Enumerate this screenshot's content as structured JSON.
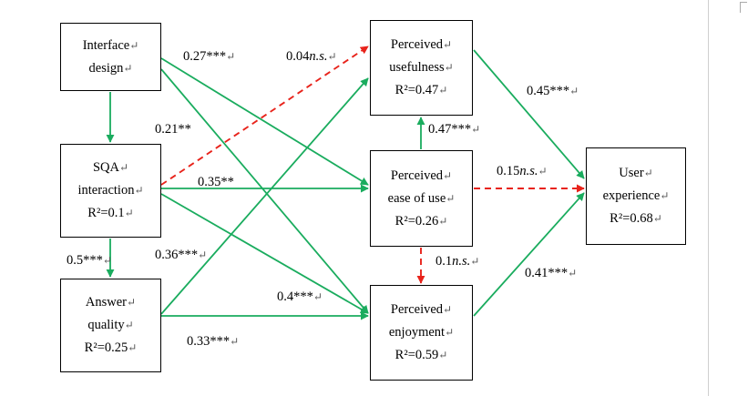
{
  "nodes": {
    "interface_design": {
      "lines": [
        "Interface",
        "design"
      ]
    },
    "sqa_interaction": {
      "lines": [
        "SQA",
        "interaction",
        "R²=0.1"
      ]
    },
    "answer_quality": {
      "lines": [
        "Answer",
        "quality",
        "R²=0.25"
      ]
    },
    "perceived_usefulness": {
      "lines": [
        "Perceived",
        "usefulness",
        "R²=0.47"
      ]
    },
    "perceived_ease_of_use": {
      "lines": [
        "Perceived",
        "ease of use",
        "R²=0.26"
      ]
    },
    "perceived_enjoyment": {
      "lines": [
        "Perceived",
        "enjoyment",
        "R²=0.59"
      ]
    },
    "user_experience": {
      "lines": [
        "User",
        "experience",
        "R²=0.68"
      ]
    }
  },
  "paragraph_mark": "↵",
  "colors": {
    "significant": "#1aac5e",
    "not_significant": "#e8231b",
    "border": "#000000"
  },
  "paths": [
    {
      "id": "id-sqa",
      "from": "interface_design",
      "to": "sqa_interaction",
      "label": "",
      "style": "solid"
    },
    {
      "id": "id-eou",
      "from": "interface_design",
      "to": "perceived_ease_of_use",
      "label": "0.27***",
      "style": "solid"
    },
    {
      "id": "id-enj",
      "from": "interface_design",
      "to": "perceived_enjoyment",
      "label": "0.21**",
      "style": "solid"
    },
    {
      "id": "sqa-pu",
      "from": "sqa_interaction",
      "to": "perceived_usefulness",
      "label": "0.04",
      "suffix": "n.s.",
      "style": "dashed"
    },
    {
      "id": "sqa-eou",
      "from": "sqa_interaction",
      "to": "perceived_ease_of_use",
      "label": "0.35**",
      "style": "solid"
    },
    {
      "id": "sqa-enj",
      "from": "sqa_interaction",
      "to": "perceived_enjoyment",
      "label": "0.4***",
      "style": "solid"
    },
    {
      "id": "sqa-aq",
      "from": "sqa_interaction",
      "to": "answer_quality",
      "label": "0.5***",
      "style": "solid"
    },
    {
      "id": "aq-pu",
      "from": "answer_quality",
      "to": "perceived_usefulness",
      "label": "0.36***",
      "style": "solid"
    },
    {
      "id": "aq-enj",
      "from": "answer_quality",
      "to": "perceived_enjoyment",
      "label": "0.33***",
      "style": "solid"
    },
    {
      "id": "eou-pu",
      "from": "perceived_ease_of_use",
      "to": "perceived_usefulness",
      "label": "0.47***",
      "style": "solid"
    },
    {
      "id": "eou-enj",
      "from": "perceived_ease_of_use",
      "to": "perceived_enjoyment",
      "label": "0.1",
      "suffix": "n.s.",
      "style": "dashed"
    },
    {
      "id": "eou-ux",
      "from": "perceived_ease_of_use",
      "to": "user_experience",
      "label": "0.15",
      "suffix": "n.s.",
      "style": "dashed"
    },
    {
      "id": "pu-ux",
      "from": "perceived_usefulness",
      "to": "user_experience",
      "label": "0.45***",
      "style": "solid"
    },
    {
      "id": "enj-ux",
      "from": "perceived_enjoyment",
      "to": "user_experience",
      "label": "0.41***",
      "style": "solid"
    }
  ]
}
